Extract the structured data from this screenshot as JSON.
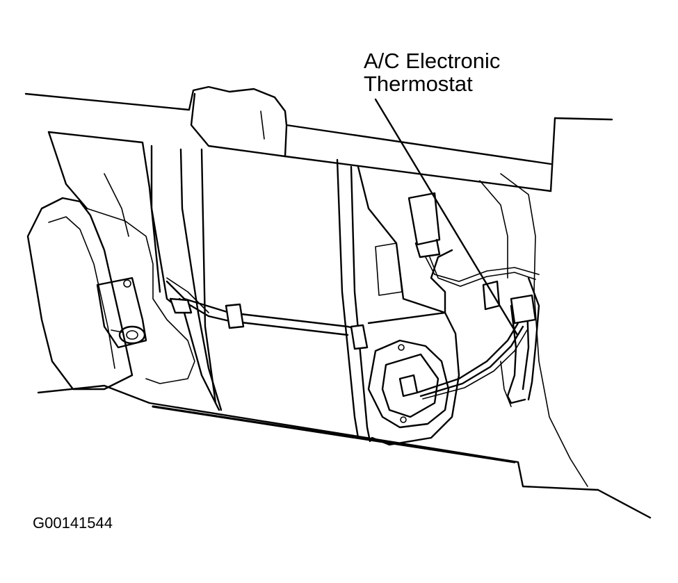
{
  "callout": {
    "line1": "A/C Electronic",
    "line2": "Thermostat"
  },
  "figure_id": "G00141544"
}
